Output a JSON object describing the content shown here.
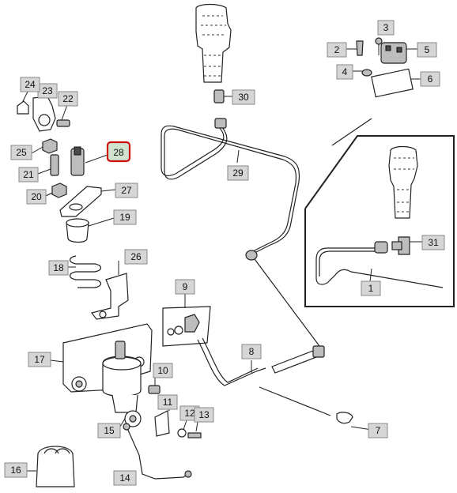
{
  "diagram": {
    "highlighted_callout": "28",
    "callouts": [
      "1",
      "2",
      "3",
      "4",
      "5",
      "6",
      "7",
      "8",
      "9",
      "10",
      "11",
      "12",
      "13",
      "14",
      "15",
      "16",
      "17",
      "18",
      "19",
      "20",
      "21",
      "22",
      "23",
      "24",
      "25",
      "26",
      "27",
      "28",
      "29",
      "30",
      "31"
    ]
  }
}
